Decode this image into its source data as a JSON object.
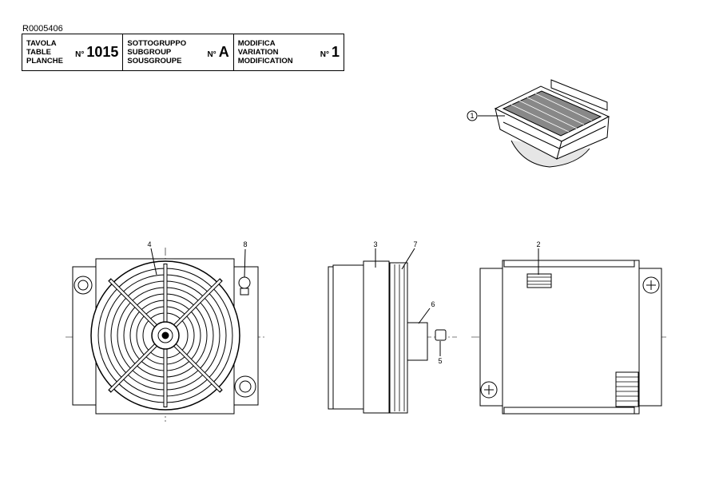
{
  "document_code": "R0005406",
  "title_block": {
    "table": {
      "labels": [
        "TAVOLA",
        "TABLE",
        "PLANCHE"
      ],
      "prefix": "N°",
      "value": "1015"
    },
    "subgroup": {
      "labels": [
        "SOTTOGRUPPO",
        "SUBGROUP",
        "SOUSGROUPE"
      ],
      "prefix": "N°",
      "value": "A"
    },
    "modification": {
      "labels": [
        "MODIFICA",
        "VARIATION",
        "MODIFICATION"
      ],
      "prefix": "N°",
      "value": "1"
    }
  },
  "callouts": {
    "iso": "1",
    "front_fan": "4",
    "front_plug": "8",
    "side_core": "3",
    "side_guard": "7",
    "side_motor": "6",
    "side_cap": "5",
    "back_label": "2"
  }
}
